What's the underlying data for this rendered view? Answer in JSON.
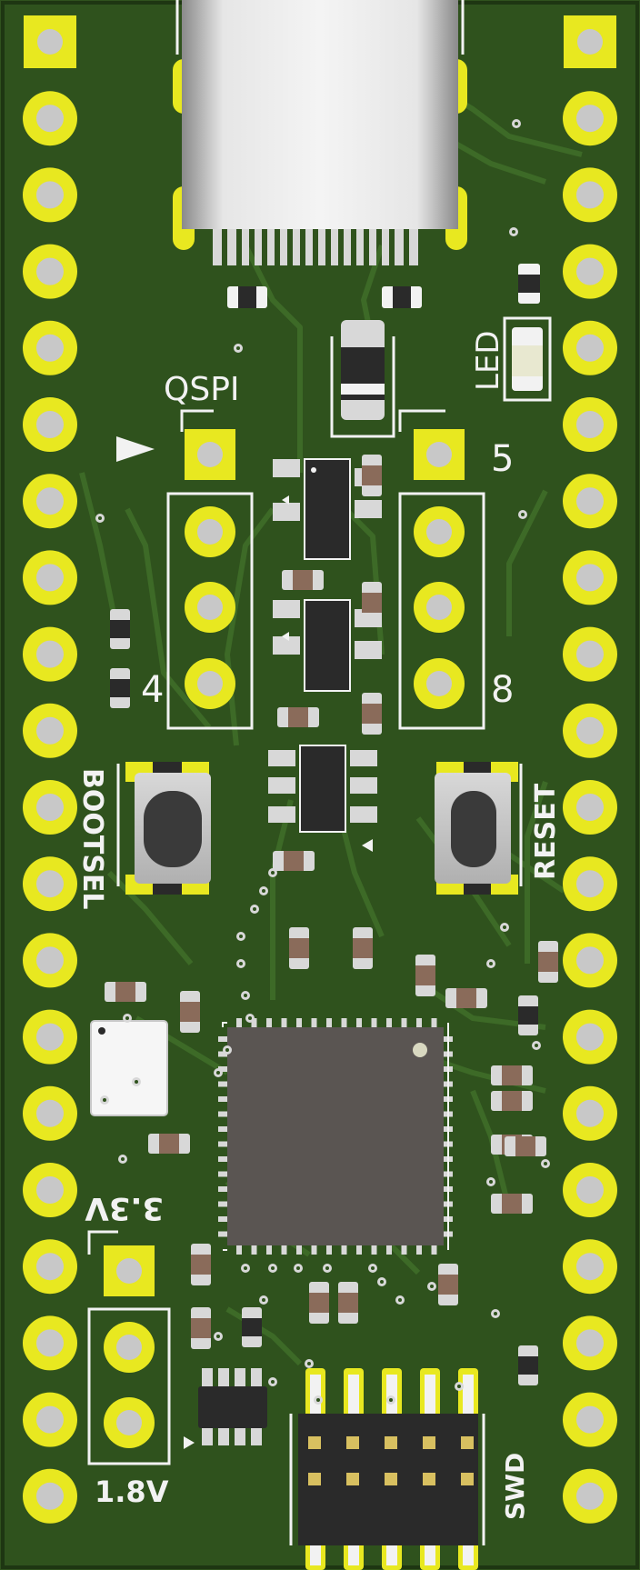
{
  "colors": {
    "board": "#2f521d",
    "board_edge": "#1e3612",
    "trace": "#3c6527",
    "copper": "#e8e820",
    "silk": "#f2f2f2",
    "ic": "#2a2a2a",
    "qfn": "#5a5552",
    "drill": "#c8c8c8"
  },
  "labels": {
    "qspi": "QSPI",
    "num4": "4",
    "num5": "5",
    "num8": "8",
    "led": "LED",
    "bootsel": "BOOTSEL",
    "reset": "RESET",
    "v33": "3.3V",
    "v18": "1.8V",
    "swd": "SWD"
  }
}
